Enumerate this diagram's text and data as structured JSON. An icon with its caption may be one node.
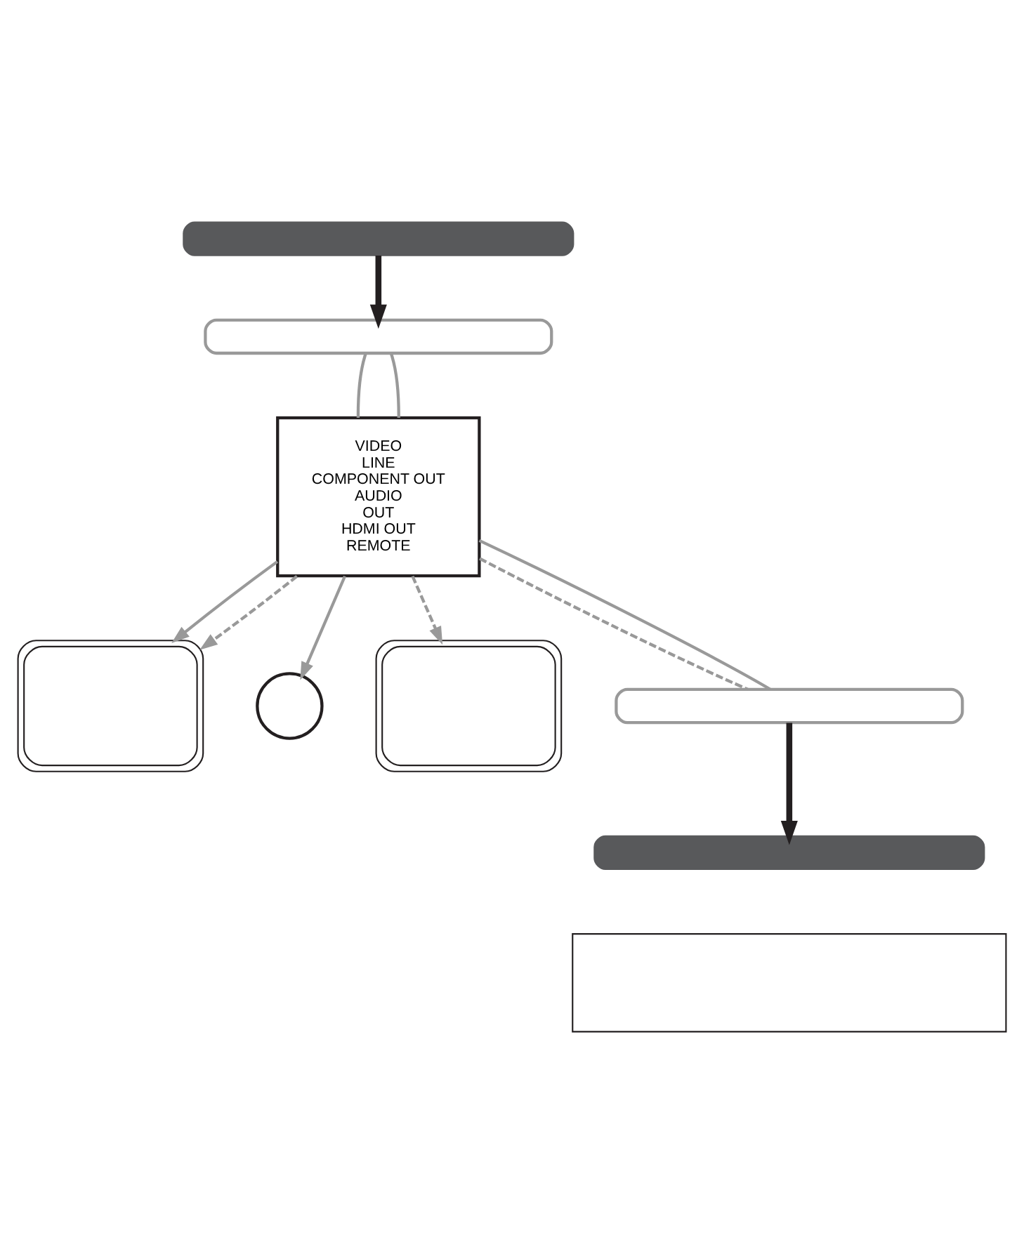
{
  "diagram": {
    "nodes": [
      {
        "text": [],
        "shape": "bar"
      },
      {
        "text": [],
        "shape": "bracket"
      },
      {
        "text": [
          "VIDEO",
          "LINE",
          "COMPONENT OUT",
          "AUDIO",
          "OUT",
          "HDMI OUT",
          "REMOTE"
        ]
      },
      {
        "text": [],
        "shape": "monitor"
      },
      {
        "text": [],
        "shape": "headphones"
      },
      {
        "text": [],
        "shape": "monitor"
      },
      {
        "text": [],
        "shape": "bracket"
      },
      {
        "text": [],
        "shape": "bar"
      },
      {
        "text": [],
        "shape": "box"
      }
    ],
    "edges": [
      {
        "from": 0,
        "to": 1,
        "arrow": "to",
        "style": "thick",
        "color": "#231f20"
      },
      {
        "from": 1,
        "to": 2,
        "arrow": "none"
      },
      {
        "from": 1,
        "to": 2,
        "arrow": "none"
      },
      {
        "from": 2,
        "to": 3,
        "arrow": "to"
      },
      {
        "from": 2,
        "to": 3,
        "arrow": "to",
        "style": "dashed"
      },
      {
        "from": 2,
        "to": 4,
        "arrow": "to"
      },
      {
        "from": 2,
        "to": 5,
        "arrow": "to",
        "style": "dashed"
      },
      {
        "from": 2,
        "to": 6,
        "arrow": "none",
        "style": "dashed"
      },
      {
        "from": 2,
        "to": 6,
        "arrow": "none"
      },
      {
        "from": 6,
        "to": 7,
        "arrow": "to",
        "style": "thick",
        "color": "#231f20"
      }
    ]
  }
}
